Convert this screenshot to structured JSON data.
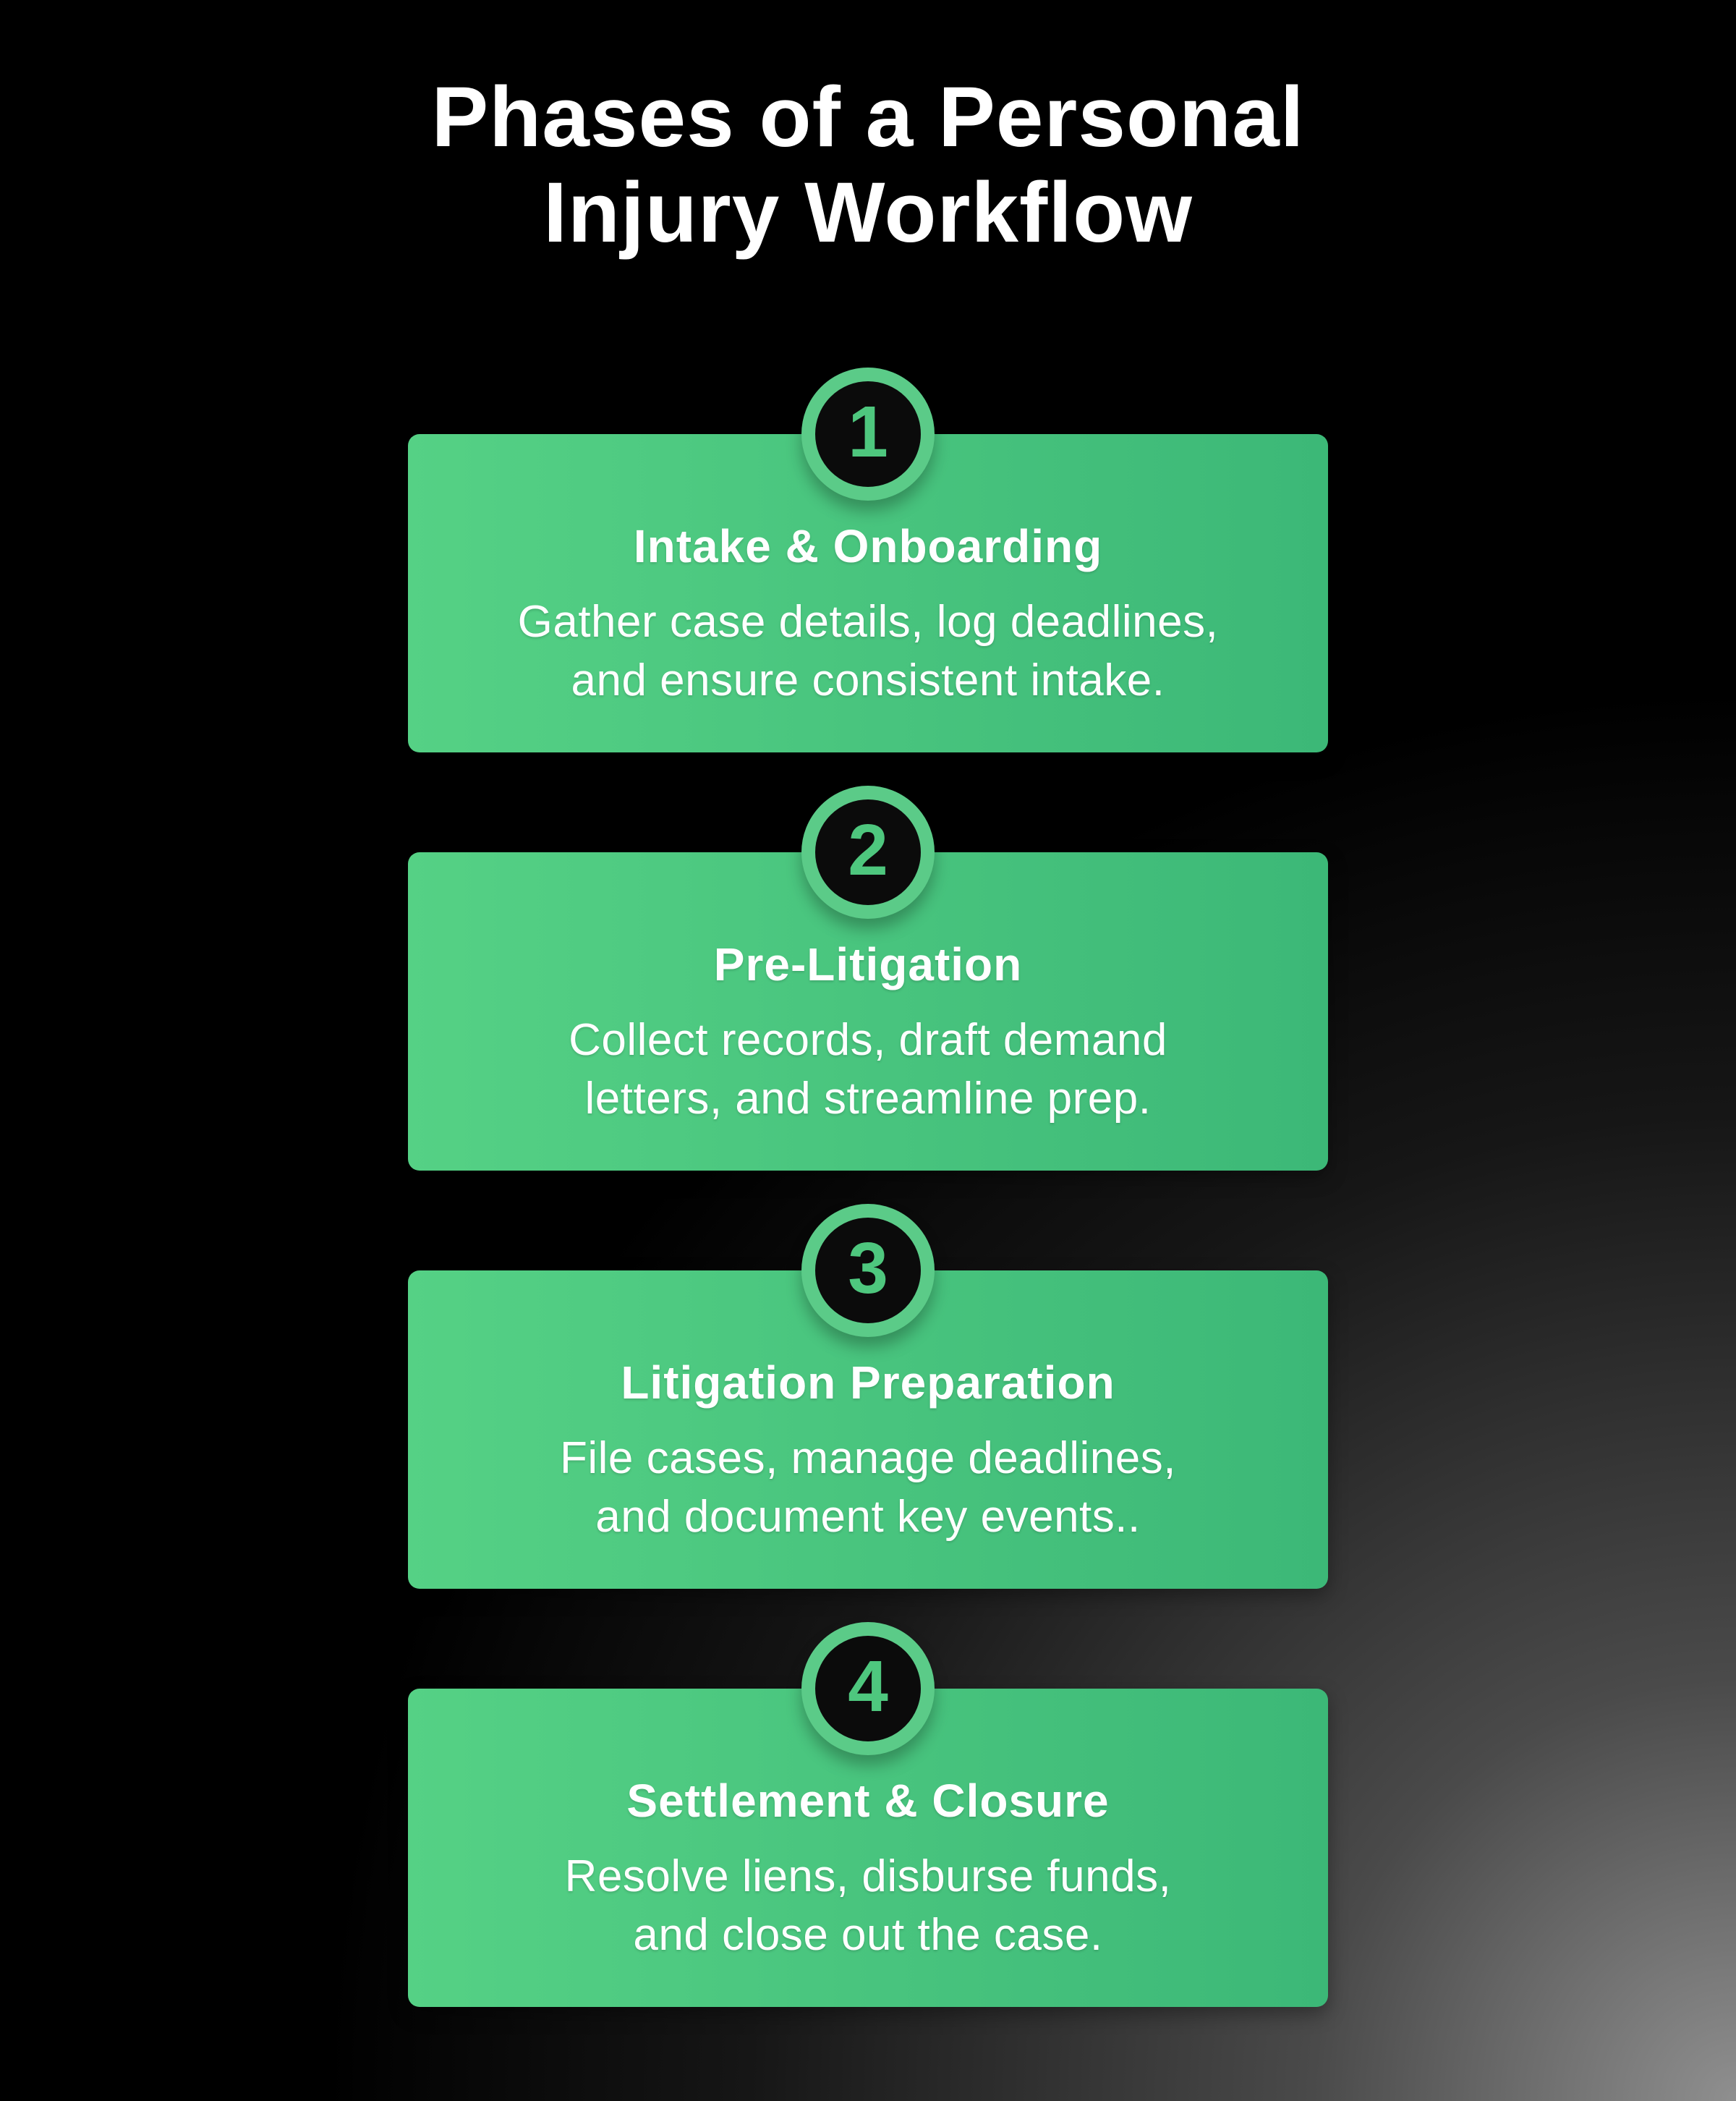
{
  "title": "Phases of a Personal\nInjury Workflow",
  "colors": {
    "background": "#000000",
    "corner_gray": "#8f8f8f",
    "card_gradient_start": "#55d185",
    "card_gradient_end": "#3cb877",
    "ring_green": "#5bcb88",
    "number_green": "#4ec77e",
    "circle_black": "#0b0b0b",
    "text_white": "#ffffff"
  },
  "phases": [
    {
      "number": "1",
      "heading": "Intake & Onboarding",
      "description": "Gather case details, log deadlines,\nand ensure consistent intake."
    },
    {
      "number": "2",
      "heading": "Pre-Litigation",
      "description": "Collect records, draft demand\nletters, and streamline prep."
    },
    {
      "number": "3",
      "heading": "Litigation Preparation",
      "description": "File cases, manage deadlines,\nand document key events.."
    },
    {
      "number": "4",
      "heading": "Settlement & Closure",
      "description": "Resolve liens, disburse funds,\nand close out the case."
    }
  ]
}
